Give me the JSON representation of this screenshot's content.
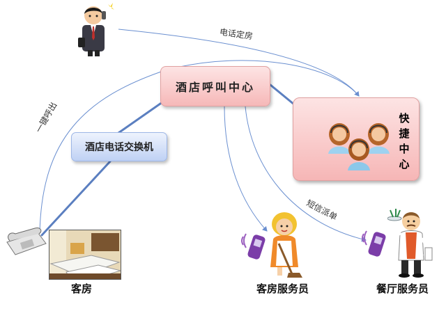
{
  "nodes": {
    "call_center": "酒店呼叫中心",
    "pbx": "酒店电话交换机",
    "express_center": "快捷中心",
    "guest_room": "客房",
    "housekeeping": "客房服务员",
    "restaurant": "餐厅服务员"
  },
  "links": {
    "phone_booking": "电话定房",
    "one_key_call": "一键呼出",
    "sms_dispatch": "短信派单"
  },
  "colors": {
    "pink_box": "#f6b8b8",
    "blue_box": "#bfd1f4",
    "connector_blue": "#5b7fc0",
    "arrow_blue": "#6a8fd0"
  },
  "icons": [
    "businessman-icon",
    "operators-icon",
    "phone-icon",
    "hotel-room-icon",
    "mobile-phone-icon",
    "maid-icon",
    "waiter-icon"
  ]
}
